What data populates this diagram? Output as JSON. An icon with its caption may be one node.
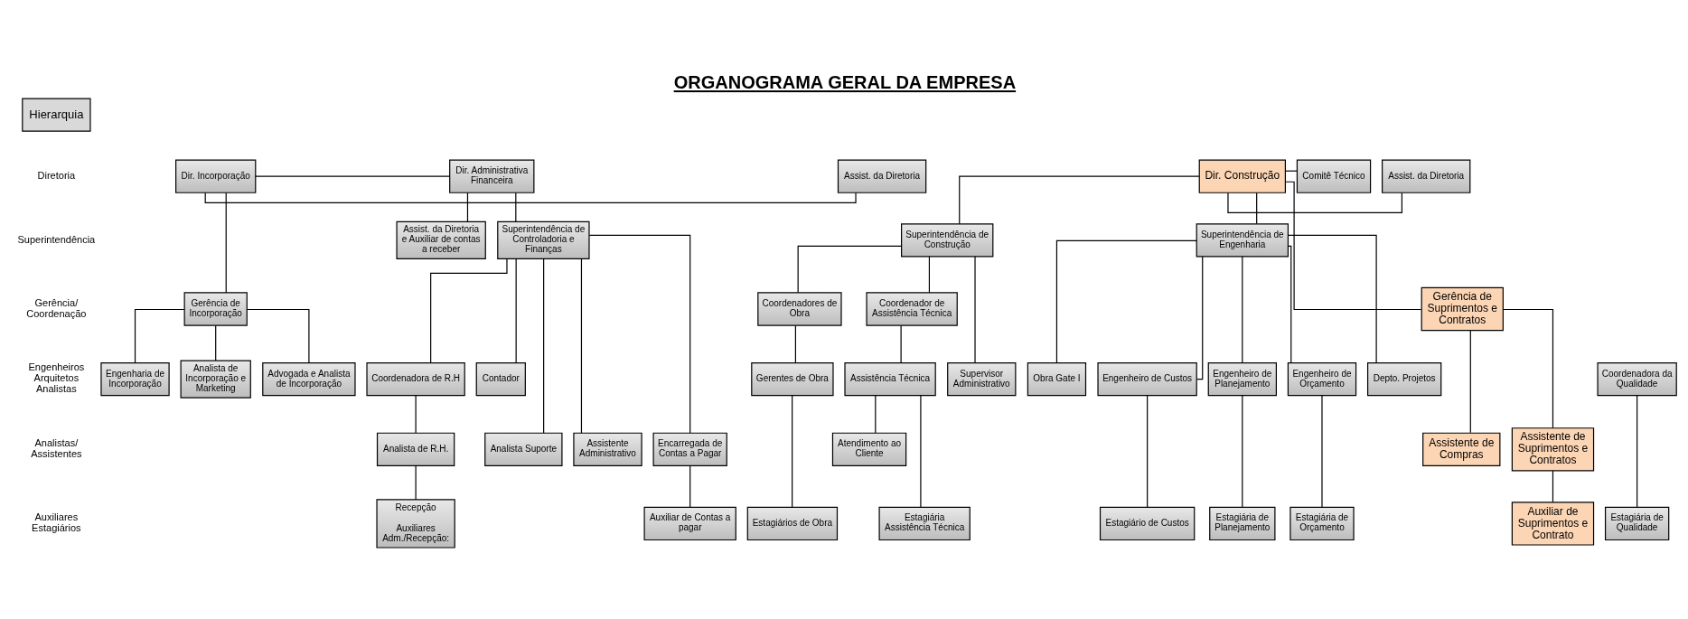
{
  "diagram": {
    "title": "ORGANOGRAMA GERAL DA EMPRESA",
    "nodes": [
      {
        "text": [
          "Dir. Incorporação"
        ]
      },
      {
        "text": [
          "Dir. Construção"
        ]
      },
      {
        "text": [
          "Dir. Administrativa Financeira"
        ]
      },
      {
        "text": [
          "Comitê Técnico"
        ]
      },
      {
        "text": [
          "Assist. da Diretoria"
        ]
      },
      {
        "text": [
          "Assist. da Diretoria"
        ]
      },
      {
        "text": [
          "Assist. da Diretoria e Auxiliar de contas a receber"
        ]
      },
      {
        "text": [
          "Superintendência de Construção"
        ]
      },
      {
        "text": [
          "Superintendência de Engenharia"
        ]
      },
      {
        "text": [
          "Superintendência de Controladoria e Finanças"
        ]
      },
      {
        "text": [
          "Gerência de Incorporação"
        ]
      },
      {
        "text": [
          "Coordenadores de Obra"
        ]
      },
      {
        "text": [
          "Coordenador de Assistência Técnica"
        ]
      },
      {
        "text": [
          "Gerência de Suprimentos e Contratos"
        ]
      },
      {
        "text": [
          "Gerentes de Obra"
        ]
      },
      {
        "text": [
          "Assistência Técnica"
        ]
      },
      {
        "text": [
          "Obra Gate I"
        ]
      },
      {
        "text": [
          "Engenheiro de Custos"
        ]
      },
      {
        "text": [
          "Engenheiro de Planejamento"
        ]
      },
      {
        "text": [
          "Engenheiro de Orçamento"
        ]
      },
      {
        "text": [
          "Coordenadora da Qualidade"
        ]
      },
      {
        "text": [
          "Depto. Projetos"
        ]
      },
      {
        "text": [
          "Coordenadora de R.H"
        ]
      },
      {
        "text": [
          "Contador"
        ]
      },
      {
        "text": [
          "Supervisor Administrativo"
        ]
      },
      {
        "text": [
          "Engenharia de Incorporação"
        ]
      },
      {
        "text": [
          "Analista de Incorporação e Marketing"
        ]
      },
      {
        "text": [
          "Advogada e Analista de Incorporação"
        ]
      },
      {
        "text": [
          "Atendimento ao Cliente"
        ]
      },
      {
        "text": [
          "Assistente de Compras"
        ]
      },
      {
        "text": [
          "Assistente de Suprimentos e Contratos"
        ]
      },
      {
        "text": [
          "Analista de R.H."
        ]
      },
      {
        "text": [
          "Analista Suporte"
        ]
      },
      {
        "text": [
          "Assistente Administrativo"
        ]
      },
      {
        "text": [
          "Encarregada de Contas a Pagar"
        ]
      },
      {
        "text": [
          "Estagiários de Obra"
        ]
      },
      {
        "text": [
          "Estagiária Assistência Técnica"
        ]
      },
      {
        "text": [
          "Auxiliar de Suprimentos e Contrato"
        ]
      },
      {
        "text": [
          "Estagiário de Custos"
        ]
      },
      {
        "text": [
          "Estagiária de Planejamento"
        ]
      },
      {
        "text": [
          "Estagiária de Orçamento"
        ]
      },
      {
        "text": [
          "Estagiária de Qualidade"
        ]
      },
      {
        "text": [
          "Recepção",
          "Auxiliares Adm./Recepção:"
        ]
      },
      {
        "text": [
          "Auxiliar de Contas a pagar"
        ]
      }
    ],
    "edges": [
      {
        "from": 0,
        "to": 2,
        "arrow": "none"
      },
      {
        "from": 1,
        "to": 3,
        "arrow": "none"
      },
      {
        "from": 1,
        "to": 5,
        "arrow": "none"
      },
      {
        "from": 0,
        "to": 4,
        "arrow": "none"
      },
      {
        "from": 0,
        "to": 10,
        "arrow": "none"
      },
      {
        "from": 1,
        "to": 7,
        "arrow": "none"
      },
      {
        "from": 1,
        "to": 13,
        "arrow": "none"
      },
      {
        "from": 1,
        "to": 8,
        "arrow": "none"
      },
      {
        "from": 2,
        "to": 6,
        "arrow": "none"
      },
      {
        "from": 2,
        "to": 9,
        "arrow": "none"
      },
      {
        "from": 10,
        "to": 25,
        "arrow": "none"
      },
      {
        "from": 10,
        "to": 26,
        "arrow": "none"
      },
      {
        "from": 10,
        "to": 27,
        "arrow": "none"
      },
      {
        "from": 7,
        "to": 11,
        "arrow": "none"
      },
      {
        "from": 7,
        "to": 24,
        "arrow": "none"
      },
      {
        "from": 7,
        "to": 12,
        "arrow": "none"
      },
      {
        "from": 11,
        "to": 14,
        "arrow": "none"
      },
      {
        "from": 14,
        "to": 35,
        "arrow": "none"
      },
      {
        "from": 12,
        "to": 15,
        "arrow": "none"
      },
      {
        "from": 15,
        "to": 28,
        "arrow": "none"
      },
      {
        "from": 15,
        "to": 36,
        "arrow": "none"
      },
      {
        "from": 13,
        "to": 29,
        "arrow": "none"
      },
      {
        "from": 13,
        "to": 30,
        "arrow": "none"
      },
      {
        "from": 30,
        "to": 37,
        "arrow": "none"
      },
      {
        "from": 8,
        "to": 16,
        "arrow": "none"
      },
      {
        "from": 8,
        "to": 17,
        "arrow": "none"
      },
      {
        "from": 8,
        "to": 18,
        "arrow": "none"
      },
      {
        "from": 8,
        "to": 19,
        "arrow": "none"
      },
      {
        "from": 8,
        "to": 21,
        "arrow": "none"
      },
      {
        "from": 17,
        "to": 38,
        "arrow": "none"
      },
      {
        "from": 18,
        "to": 39,
        "arrow": "none"
      },
      {
        "from": 19,
        "to": 40,
        "arrow": "none"
      },
      {
        "from": 20,
        "to": 41,
        "arrow": "none"
      },
      {
        "from": 9,
        "to": 22,
        "arrow": "none"
      },
      {
        "from": 9,
        "to": 32,
        "arrow": "none"
      },
      {
        "from": 9,
        "to": 23,
        "arrow": "none"
      },
      {
        "from": 9,
        "to": 34,
        "arrow": "none"
      },
      {
        "from": 9,
        "to": 33,
        "arrow": "none"
      },
      {
        "from": 22,
        "to": 31,
        "arrow": "none"
      },
      {
        "from": 31,
        "to": 42,
        "arrow": "none"
      },
      {
        "from": 34,
        "to": 43,
        "arrow": "none"
      }
    ],
    "labels": [
      "Hierarquia",
      "Diretoria",
      "Superintendência",
      "Gerência/ Coordenação",
      "Engenheiros Arquitetos Analistas",
      "Analistas/ Assistentes",
      "Auxiliares Estagiários"
    ]
  }
}
